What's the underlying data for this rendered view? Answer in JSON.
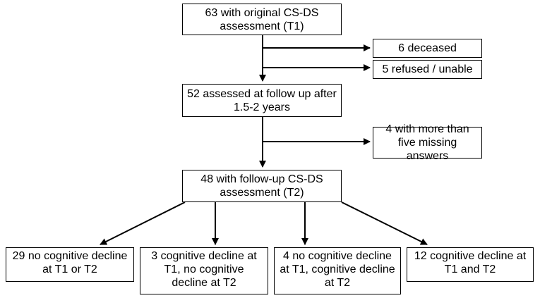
{
  "flowchart": {
    "start": "63 with original CS-DS assessment (T1)",
    "exclusion_deceased": "6 deceased",
    "exclusion_refused": "5 refused / unable",
    "followup": "52 assessed at follow up after 1.5-2 years",
    "exclusion_missing": "4 with more than five missing answers",
    "final": "48 with follow-up CS-DS assessment (T2)",
    "outcomes": [
      "29 no cognitive decline at T1 or T2",
      "3 cognitive decline at T1, no cognitive decline at T2",
      "4 no cognitive decline at T1, cognitive decline at T2",
      "12 cognitive decline at T1 and T2"
    ]
  }
}
